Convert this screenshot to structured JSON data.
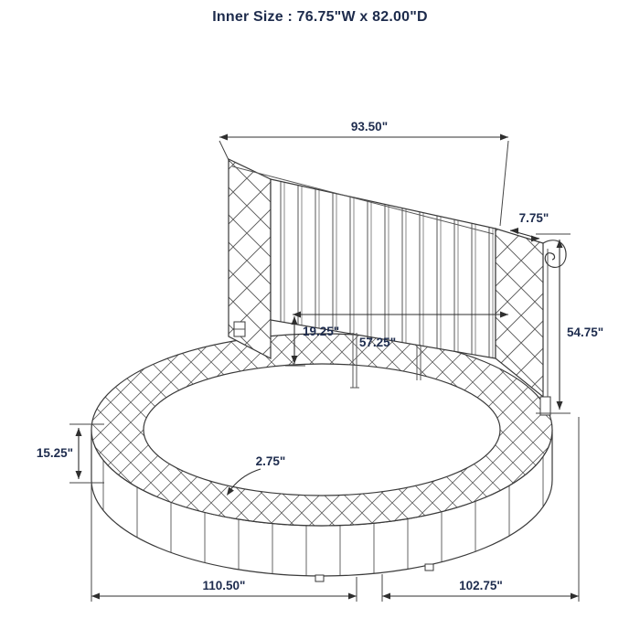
{
  "header": {
    "title": "Inner Size : 76.75\"W x 82.00\"D"
  },
  "diagram": {
    "subject": "round-upholstered-platform-bed-dimension-drawing",
    "dims": {
      "headboard_width": "93.50\"",
      "headboard_top_thickness": "7.75\"",
      "headboard_height": "54.75\"",
      "deck_to_headboard": "19.25\"",
      "inner_headboard_width": "57.25\"",
      "side_rail_height": "15.25\"",
      "rim_lip": "2.75\"",
      "base_width_left": "110.50\"",
      "base_width_right": "102.75\""
    }
  }
}
